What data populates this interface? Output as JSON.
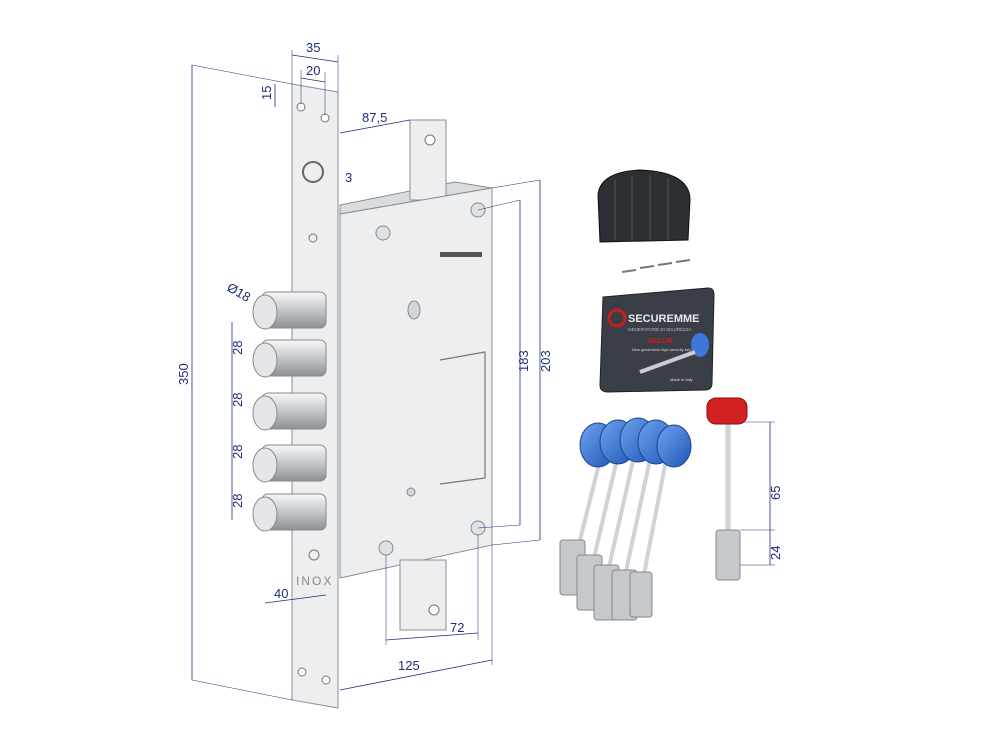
{
  "dimensions": {
    "faceplate_width": "35",
    "hole_spacing": "20",
    "hole_offset": "15",
    "backset": "87,5",
    "faceplate_thickness": "3",
    "bolt_diameter": "Ø18",
    "bolt_pitch": [
      "28",
      "28",
      "28",
      "28"
    ],
    "total_height": "350",
    "inner_height": "183",
    "body_height": "203",
    "bolt_projection": "40",
    "hole_distance": "72",
    "body_width": "125",
    "key_length": "65",
    "key_bit": "24"
  },
  "faceplate": {
    "marking": "INOX"
  },
  "card": {
    "brand": "SECUREMME",
    "subtitle": "GENERATORE DI SICUREZZA",
    "product": "SECUR",
    "tagline": "New generation high security key",
    "origin": "Made in Italy"
  },
  "colors": {
    "dimension": "#1f2d7a",
    "key_blue": "#3b78d8",
    "key_red": "#d32020",
    "brand_red": "#c81e1e"
  }
}
